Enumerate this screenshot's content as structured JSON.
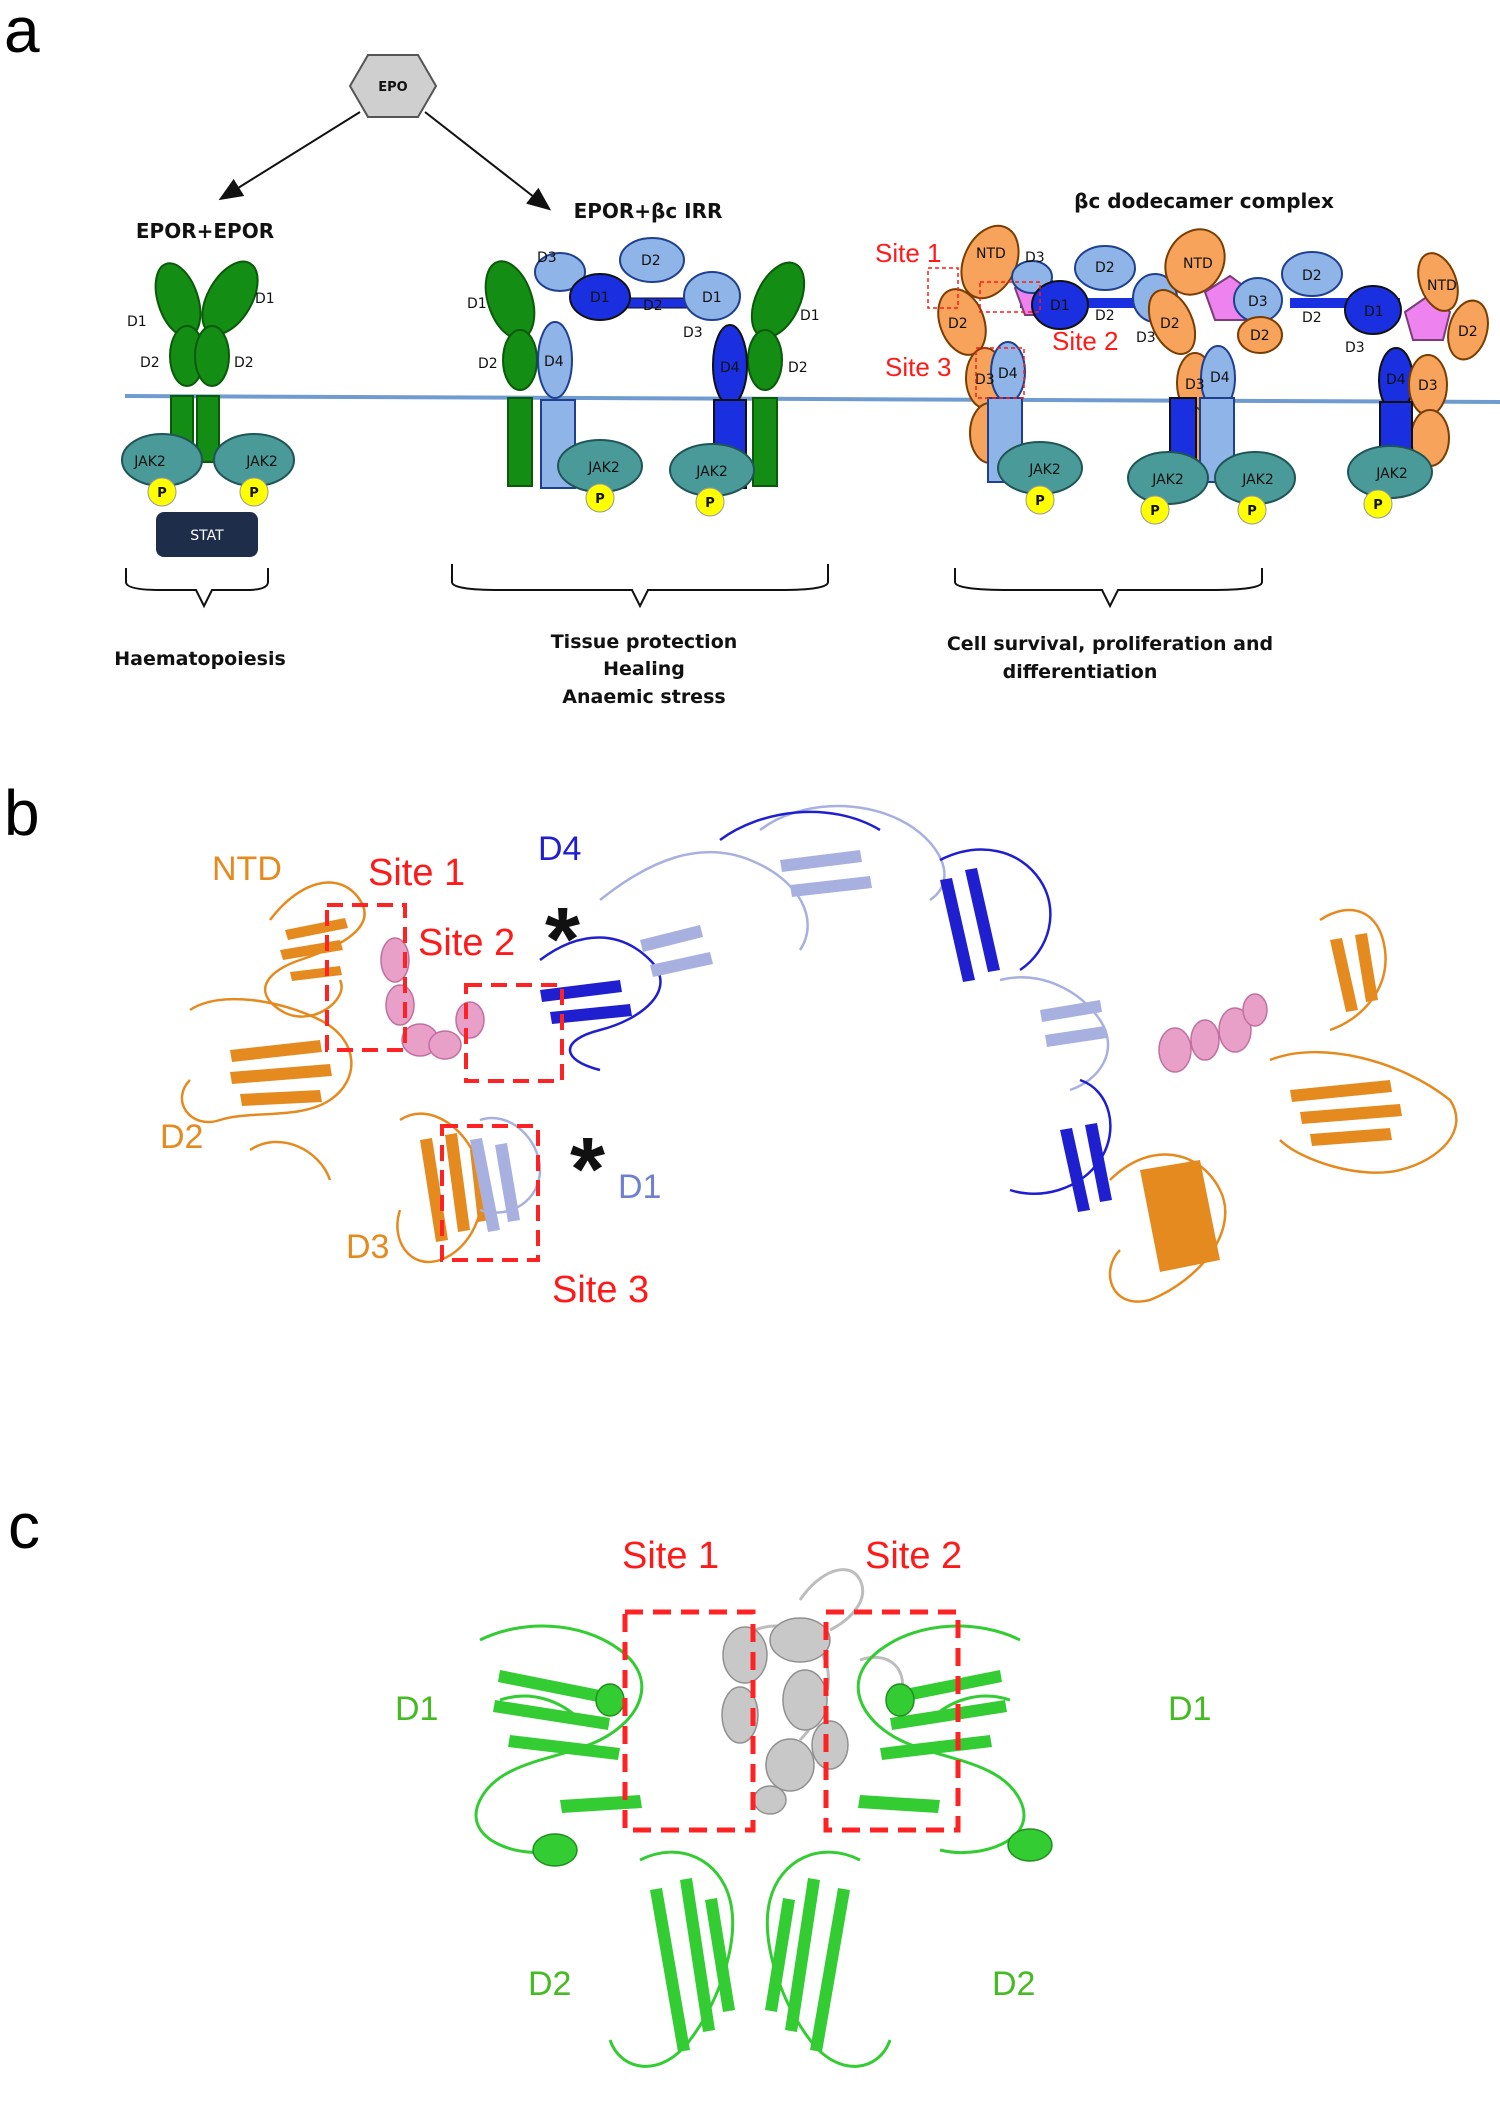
{
  "panels": {
    "a": "a",
    "b": "b",
    "c": "c"
  },
  "panel_a": {
    "ligand": "EPO",
    "complexes": {
      "homodimer": "EPOR+EPOR",
      "irr": "EPOR+βc IRR",
      "dodecamer": "βc dodecamer complex"
    },
    "domains": {
      "d1": "D1",
      "d2": "D2",
      "d3": "D3",
      "d4": "D4",
      "ntd": "NTD"
    },
    "kinase": "JAK2",
    "phospho": "P",
    "stat": "STAT",
    "sites": {
      "site1": "Site 1",
      "site2": "Site 2",
      "site3": "Site 3"
    },
    "outcomes": {
      "homodimer": "Haematopoiesis",
      "irr_1": "Tissue protection",
      "irr_2": "Healing",
      "irr_3": "Anaemic stress",
      "dodecamer_1": "Cell survival, proliferation and",
      "dodecamer_2": "differentiation"
    },
    "colors": {
      "epor": "#138d13",
      "bc_light": "#8fb4e8",
      "bc_dark": "#1a2fe0",
      "orange": "#f7a35c",
      "pink": "#ee82ee",
      "jak2": "#4a9a9a",
      "phospho": "#ffff00",
      "membrane": "#6f9bd1",
      "stat": "#1d2d4a"
    }
  },
  "panel_b": {
    "labels": {
      "ntd": "NTD",
      "d2": "D2",
      "d3": "D3",
      "d4": "D4",
      "d1": "D1"
    },
    "sites": {
      "site1": "Site 1",
      "site2": "Site 2",
      "site3": "Site 3"
    },
    "asterisk": "*",
    "colors": {
      "orange": "#e58a1f",
      "blue_dark": "#1f1fd0",
      "blue_light": "#a8b0e0",
      "pink": "#e8a0c8"
    }
  },
  "panel_c": {
    "sites": {
      "site1": "Site 1",
      "site2": "Site 2"
    },
    "labels": {
      "d1_left": "D1",
      "d1_right": "D1",
      "d2_left": "D2",
      "d2_right": "D2"
    },
    "colors": {
      "green": "#33cc33",
      "grey": "#c0c0c0"
    }
  }
}
